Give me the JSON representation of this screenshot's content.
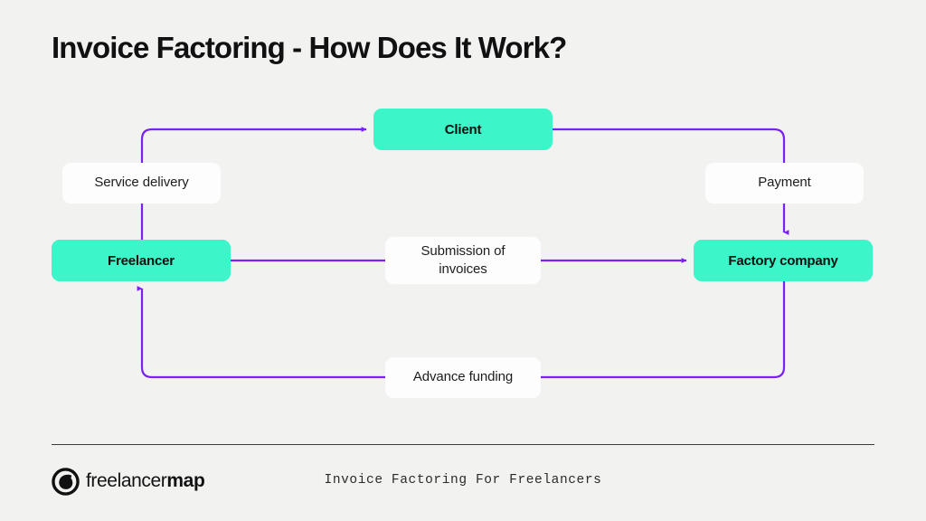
{
  "page": {
    "title": "Invoice Factoring - How Does It Work?",
    "background_color": "#f2f2f1"
  },
  "colors": {
    "node_fill": "#3cf5c9",
    "chip_fill": "#fdfdfd",
    "connector": "#7b21f5",
    "text": "#111111",
    "divider": "#3c3c3c"
  },
  "diagram": {
    "nodes": [
      {
        "id": "client",
        "label": "Client"
      },
      {
        "id": "freelancer",
        "label": "Freelancer"
      },
      {
        "id": "factory",
        "label": "Factory company"
      }
    ],
    "edge_labels": [
      {
        "id": "service",
        "label": "Service delivery"
      },
      {
        "id": "payment",
        "label": "Payment"
      },
      {
        "id": "submission",
        "line1": "Submission of",
        "line2": "invoices"
      },
      {
        "id": "advance",
        "label": "Advance funding"
      }
    ]
  },
  "footer": {
    "logo_light": "freelancer",
    "logo_bold": "map",
    "caption": "Invoice Factoring For Freelancers"
  }
}
